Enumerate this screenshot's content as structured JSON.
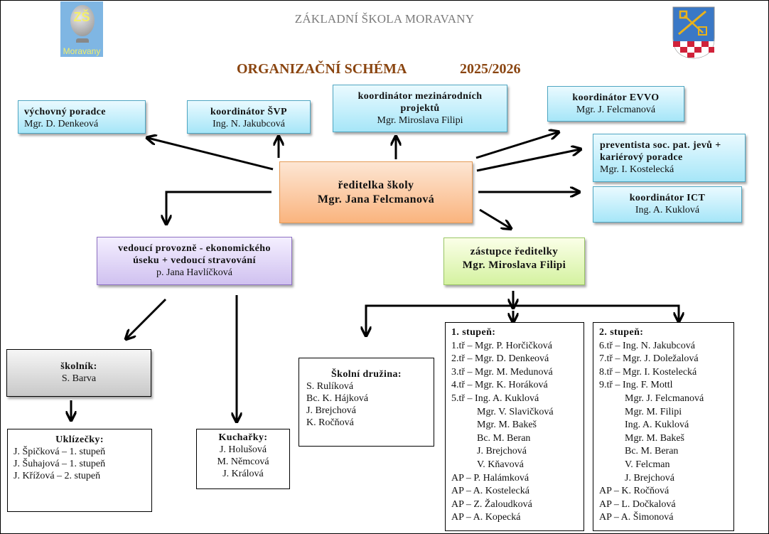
{
  "header": {
    "school_name": "ZÁKLADNÍ ŠKOLA MORAVANY",
    "scheme_title": "ORGANIZAČNÍ SCHÉMA",
    "school_year": "2025/2026",
    "logo": {
      "initials": "ZŠ",
      "name": "Moravany",
      "icon": "globe-icon"
    },
    "crest": {
      "icon": "coat-of-arms-icon"
    }
  },
  "colors": {
    "title": "#8a4510",
    "school_name": "#7a7a7a",
    "coordinator_box": "#a6e6f8",
    "director_box": "#fab47e",
    "economic_box": "#d0c1f0",
    "deputy_box": "#d4f2a0",
    "caretaker_box": "#c8c8c8"
  },
  "director": {
    "title": "ředitelka školy",
    "name": "Mgr. Jana Felcmanová"
  },
  "coordinators": [
    {
      "title": "výchovný poradce",
      "name": "Mgr. D. Denkeová"
    },
    {
      "title": "koordinátor ŠVP",
      "name": "Ing. N. Jakubcová"
    },
    {
      "title": "koordinátor mezinárodních projektů",
      "name": "Mgr. Miroslava  Filipi"
    },
    {
      "title": "koordinátor EVVO",
      "name": "Mgr. J. Felcmanová"
    },
    {
      "title_line1": "preventista soc. pat. jevů +",
      "title_line2": "kariérový poradce",
      "name": "Mgr. I. Kostelecká"
    },
    {
      "title": "koordinátor ICT",
      "name": "Ing. A. Kuklová"
    }
  ],
  "economic": {
    "title_line1": "vedoucí provozně - ekonomického",
    "title_line2": "úseku + vedoucí stravování",
    "name": "p. Jana Havlíčková"
  },
  "deputy": {
    "title": "zástupce ředitelky",
    "name": "Mgr. Miroslava Filipi"
  },
  "caretaker": {
    "title": "školník:",
    "name": "S. Barva"
  },
  "cleaners": {
    "title": "Uklízečky:",
    "members": [
      "J. Špičková – 1. stupeň",
      "J. Šuhajová – 1. stupeň",
      "J. Křížová – 2. stupeň"
    ]
  },
  "cooks": {
    "title": "Kuchařky:",
    "members": [
      "J. Holušová",
      "M. Němcová",
      "J. Králová"
    ]
  },
  "after_school": {
    "title": "Školní družina:",
    "members": [
      "S. Rulíková",
      "Bc. K. Hájková",
      "J. Brejchová",
      "K. Ročňová"
    ]
  },
  "first_stage": {
    "title": "1. stupeň:",
    "classes": [
      "1.tř – Mgr. P. Horčičková",
      "2.tř – Mgr. D. Denkeová",
      "3.tř – Mgr. M. Medunová",
      "4.tř – Mgr. K. Horáková",
      "5.tř – Ing. A. Kuklová"
    ],
    "teachers": [
      "Mgr. V. Slavičková",
      "Mgr. M. Bakeš",
      "Bc. M. Beran",
      "J. Brejchová",
      "V. Kňavová"
    ],
    "assistants": [
      "AP – P. Halámková",
      "AP – A. Kostelecká",
      "AP – Z. Žaloudková",
      "AP – A. Kopecká"
    ]
  },
  "second_stage": {
    "title": "2. stupeň:",
    "classes": [
      "6.tř – Ing. N. Jakubcová",
      "7.tř – Mgr. J. Doležalová",
      "8.tř – Mgr. I. Kostelecká",
      "9.tř – Ing. F. Mottl"
    ],
    "teachers": [
      "Mgr. J. Felcmanová",
      "Mgr. M. Filipi",
      "Ing. A. Kuklová",
      "Mgr. M. Bakeš",
      "Bc. M. Beran",
      "V. Felcman",
      "J. Brejchová"
    ],
    "assistants": [
      "AP – K. Ročňová",
      "AP – L. Dočkalová",
      "AP – A. Šimonová"
    ]
  }
}
